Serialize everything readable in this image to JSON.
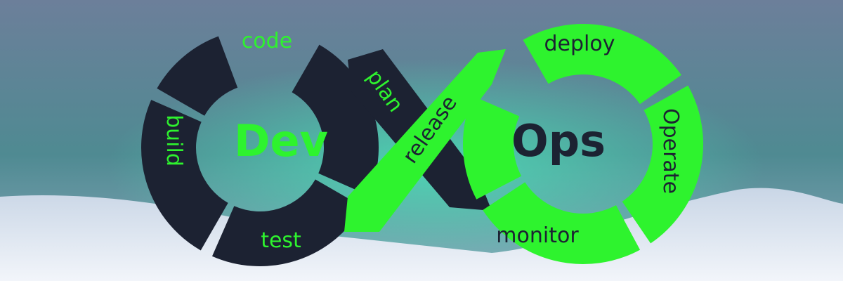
{
  "colors": {
    "dark": "#1c2232",
    "green": "#2ef32e",
    "sky_top": "#4a6f86",
    "sky_glow": "#5fd6b8",
    "snow": "#e8eef6"
  },
  "left_loop": {
    "title": "Dev",
    "stages": [
      "code",
      "plan",
      "build",
      "test"
    ]
  },
  "right_loop": {
    "title": "Ops",
    "stages": [
      "deploy",
      "release",
      "Operate",
      "monitor"
    ]
  }
}
